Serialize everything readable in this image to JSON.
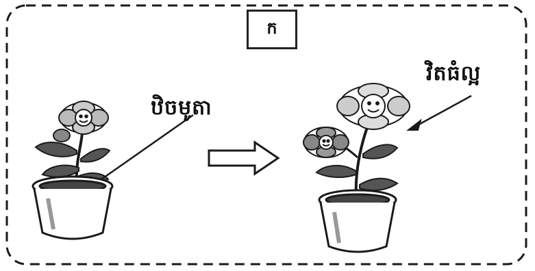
{
  "panel": {
    "label": "ក"
  },
  "left_plant": {
    "label": "ឋិចមូតា"
  },
  "right_plant": {
    "label": "វិតធំល្អ"
  },
  "colors": {
    "ink": "#1a1a1a",
    "paper": "#ffffff"
  }
}
